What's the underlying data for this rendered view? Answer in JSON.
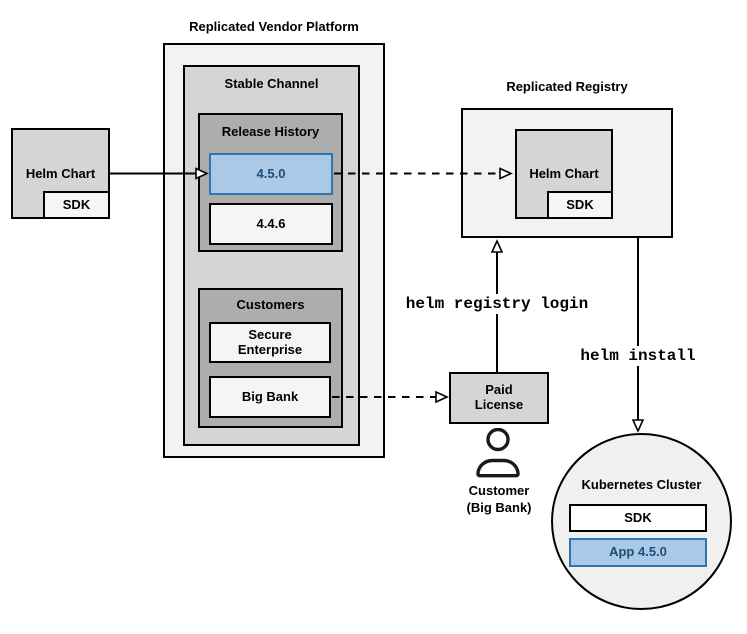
{
  "platform": {
    "title": "Replicated Vendor Platform",
    "stable_channel": {
      "label": "Stable Channel"
    },
    "release_history": {
      "label": "Release History",
      "releases": [
        {
          "version": "4.5.0",
          "highlighted": true
        },
        {
          "version": "4.4.6",
          "highlighted": false
        }
      ]
    },
    "customers": {
      "label": "Customers",
      "items": [
        {
          "name": "Secure\nEnterprise"
        },
        {
          "name": "Big Bank"
        }
      ]
    }
  },
  "source_chart": {
    "label": "Helm Chart",
    "sdk": "SDK"
  },
  "registry": {
    "title": "Replicated Registry",
    "chart": {
      "label": "Helm Chart",
      "sdk": "SDK"
    }
  },
  "license": {
    "label": "Paid\nLicense"
  },
  "customer": {
    "label": "Customer\n(Big Bank)"
  },
  "cluster": {
    "title": "Kubernetes Cluster",
    "sdk": "SDK",
    "app": "App 4.5.0"
  },
  "commands": {
    "login": "helm registry login",
    "install": "helm install"
  },
  "colors": {
    "highlight_fill": "#aac9e6",
    "highlight_border": "#2e75b0",
    "highlight_text": "#1c4e79",
    "outer_fill": "#f2f2f2",
    "mid_fill": "#d5d5d5",
    "inner_fill": "#adadad",
    "item_fill": "#f5f5f5",
    "border": "#000000"
  }
}
